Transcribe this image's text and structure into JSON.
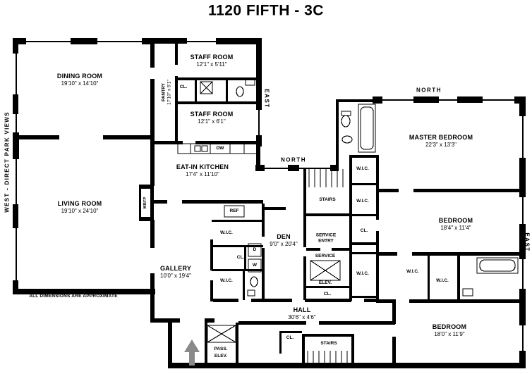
{
  "title": "1120 FIFTH - 3C",
  "compass": {
    "west": "WEST - DIRECT PARK VIEWS",
    "north": "NORTH",
    "east": "EAST"
  },
  "disclaimer": "ALL DIMENSIONS ARE APPROXIMATE",
  "rooms": {
    "dining": {
      "name": "DINING ROOM",
      "dims": "19'10\" x 14'10\""
    },
    "staff1": {
      "name": "STAFF ROOM",
      "dims": "12'1\" x 5'11\""
    },
    "pantry": {
      "name": "PANTRY",
      "dims": "17'10\" x 5'1\""
    },
    "staff2": {
      "name": "STAFF ROOM",
      "dims": "12'1\" x 6'1\""
    },
    "kitchen": {
      "name": "EAT-IN KITCHEN",
      "dims": "17'4\" x 11'10\""
    },
    "living": {
      "name": "LIVING ROOM",
      "dims": "19'10\" x 24'10\""
    },
    "master": {
      "name": "MASTER BEDROOM",
      "dims": "22'3\" x 13'3\""
    },
    "den": {
      "name": "DEN",
      "dims": "9'0\" x 20'4\""
    },
    "bedroom2": {
      "name": "BEDROOM",
      "dims": "18'4\" x 11'4\""
    },
    "bedroom3": {
      "name": "BEDROOM",
      "dims": "18'0\" x 11'9\""
    },
    "gallery": {
      "name": "GALLERY",
      "dims": "10'0\" x 19'4\""
    },
    "hall": {
      "name": "HALL",
      "dims": "30'6\" x 4'6\""
    },
    "stairs": "STAIRS",
    "service_entry_1": "SERVICE",
    "service_entry_2": "ENTRY",
    "service_elev_1": "SERVICE",
    "service_elev_2": "ELEV.",
    "pass_elev_1": "PASS.",
    "pass_elev_2": "ELEV."
  },
  "fixtures": {
    "wbfp": "WBFP",
    "ref": "REF",
    "dw": "DW",
    "dryer": "D",
    "washer": "W",
    "closet": "CL.",
    "wic": "W.I.C."
  }
}
